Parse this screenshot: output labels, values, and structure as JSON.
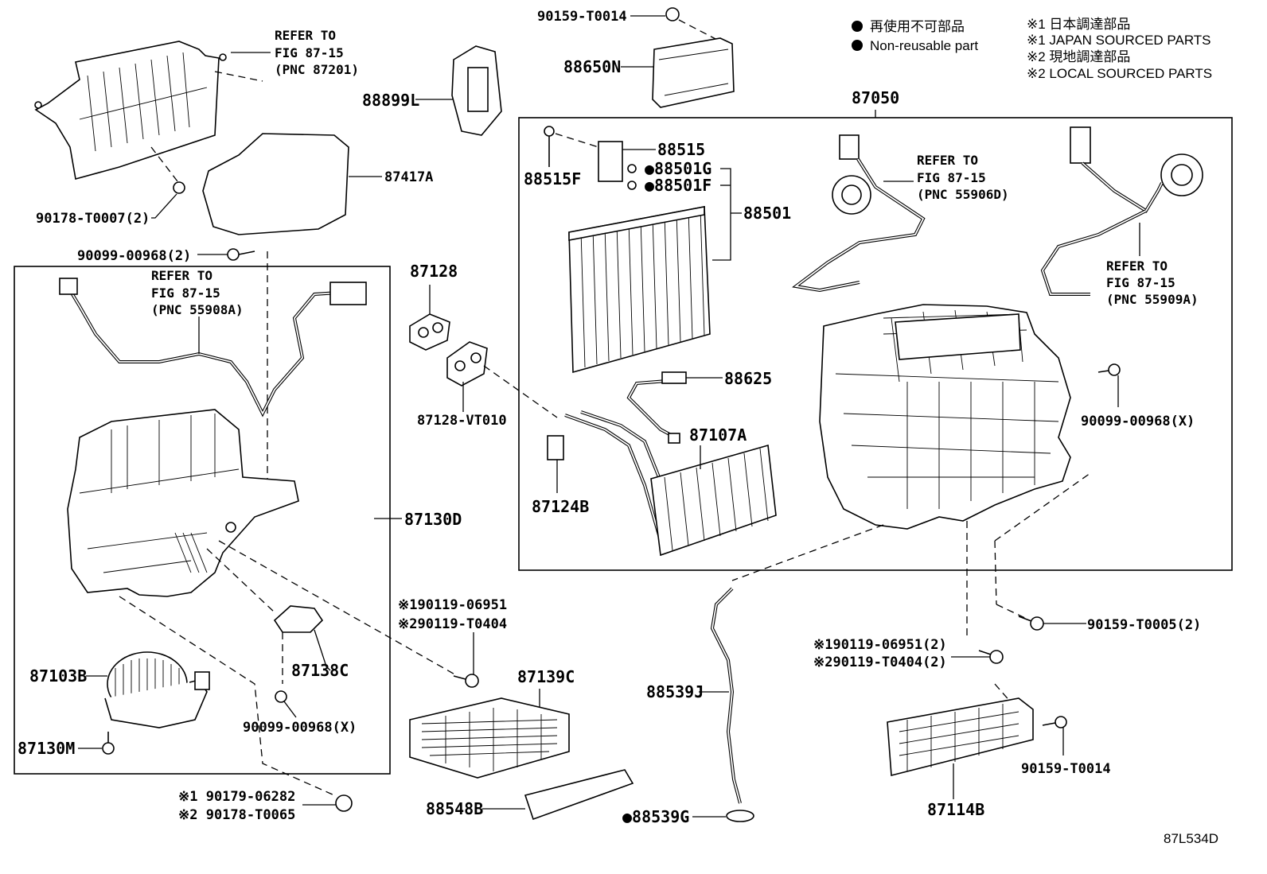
{
  "legend": {
    "dot_symbol": "●",
    "non_reusable_jp": "再使用不可部品",
    "non_reusable_en": "Non-reusable part",
    "note1_jp": "※1 日本調達部品",
    "note1_en": "※1 JAPAN SOURCED PARTS",
    "note2_jp": "※2 現地調達部品",
    "note2_en": "※2 LOCAL SOURCED PARTS"
  },
  "references": {
    "ref_87201": [
      "REFER TO",
      "FIG 87-15",
      "(PNC 87201)"
    ],
    "ref_55908A": [
      "REFER TO",
      "FIG 87-15",
      "(PNC 55908A)"
    ],
    "ref_55906D": [
      "REFER TO",
      "FIG 87-15",
      "(PNC 55906D)"
    ],
    "ref_55909A": [
      "REFER TO",
      "FIG 87-15",
      "(PNC 55909A)"
    ]
  },
  "parts": {
    "p_90159_T0014_top": "90159-T0014",
    "p_88650N": "88650N",
    "p_88899L": "88899L",
    "p_87417A": "87417A",
    "p_90178_T0007": "90178-T0007(2)",
    "p_90099_00968_2": "90099-00968(2)",
    "p_87128": "87128",
    "p_87128_VT010": "87128-VT010",
    "p_87050": "87050",
    "p_88515": "88515",
    "p_88515F": "88515F",
    "p_88501G": "●88501G",
    "p_88501F": "●88501F",
    "p_88501": "88501",
    "p_88625": "88625",
    "p_87107A": "87107A",
    "p_87124B": "87124B",
    "p_90099_00968_X_right": "90099-00968(X)",
    "p_87130D": "87130D",
    "p_90119_06951": "※190119-06951",
    "p_90119_T0404": "※290119-T0404",
    "p_87138C": "87138C",
    "p_87103B": "87103B",
    "p_90099_00968_X_left": "90099-00968(X)",
    "p_87130M": "87130M",
    "p_87139C": "87139C",
    "p_88539J": "88539J",
    "p_90159_T0005": "90159-T0005(2)",
    "p_90119_06951_2": "※190119-06951(2)",
    "p_90119_T0404_2": "※290119-T0404(2)",
    "p_90159_T0014_bottom": "90159-T0014",
    "p_87114B": "87114B",
    "p_90179_06282": "※1 90179-06282",
    "p_90178_T0065": "※2 90178-T0065",
    "p_88548B": "88548B",
    "p_88539G": "●88539G"
  },
  "figure_id": "87L534D"
}
